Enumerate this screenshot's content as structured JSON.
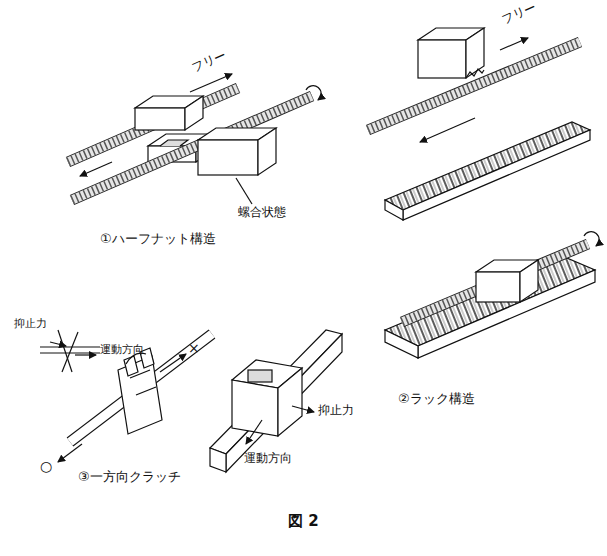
{
  "diagram": {
    "caption": "図 2",
    "labels": [
      "フリー",
      "螺合状態",
      "①ハーフナット構造",
      "フリー",
      "②ラック構造",
      "抑止力",
      "運動方向",
      "×",
      "○",
      "③一方向クラッチ",
      "抑止力",
      "運動方向"
    ]
  }
}
